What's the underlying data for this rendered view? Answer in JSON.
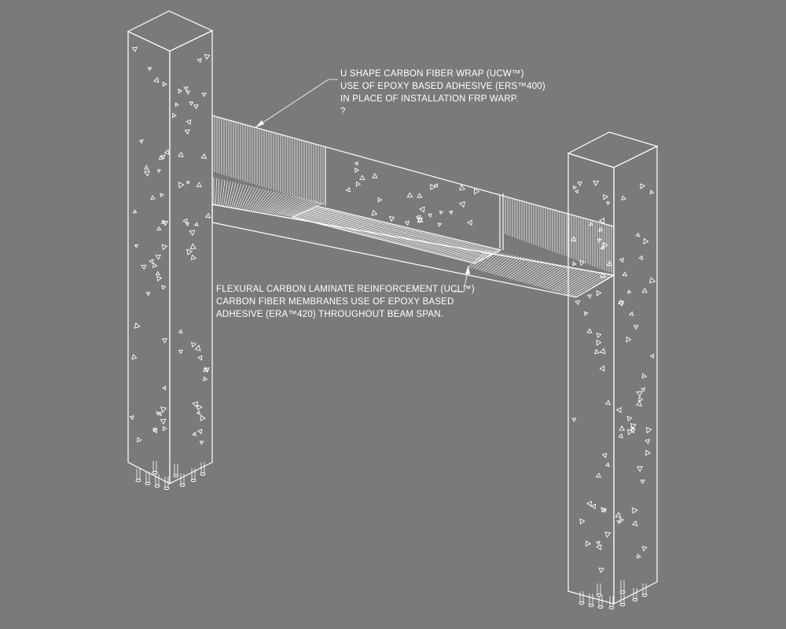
{
  "annotations": {
    "ucw": {
      "lines": [
        "U SHAPE CARBON FIBER WRAP (UCW™)",
        "USE OF EPOXY BASED ADHESIVE (ERS™400)",
        "IN PLACE OF INSTALLATION FRP WARP."
      ],
      "mark": "?"
    },
    "ucl": {
      "lines": [
        "FLEXURAL CARBON LAMINATE REINFORCEMENT (UCL™)",
        "CARBON FIBER MEMBRANES USE OF EPOXY BASED",
        "ADHESIVE (ERA™420) THROUGHOUT BEAM SPAN."
      ]
    }
  },
  "colors": {
    "background": "#7a7a7a",
    "linework": "#ffffff"
  }
}
